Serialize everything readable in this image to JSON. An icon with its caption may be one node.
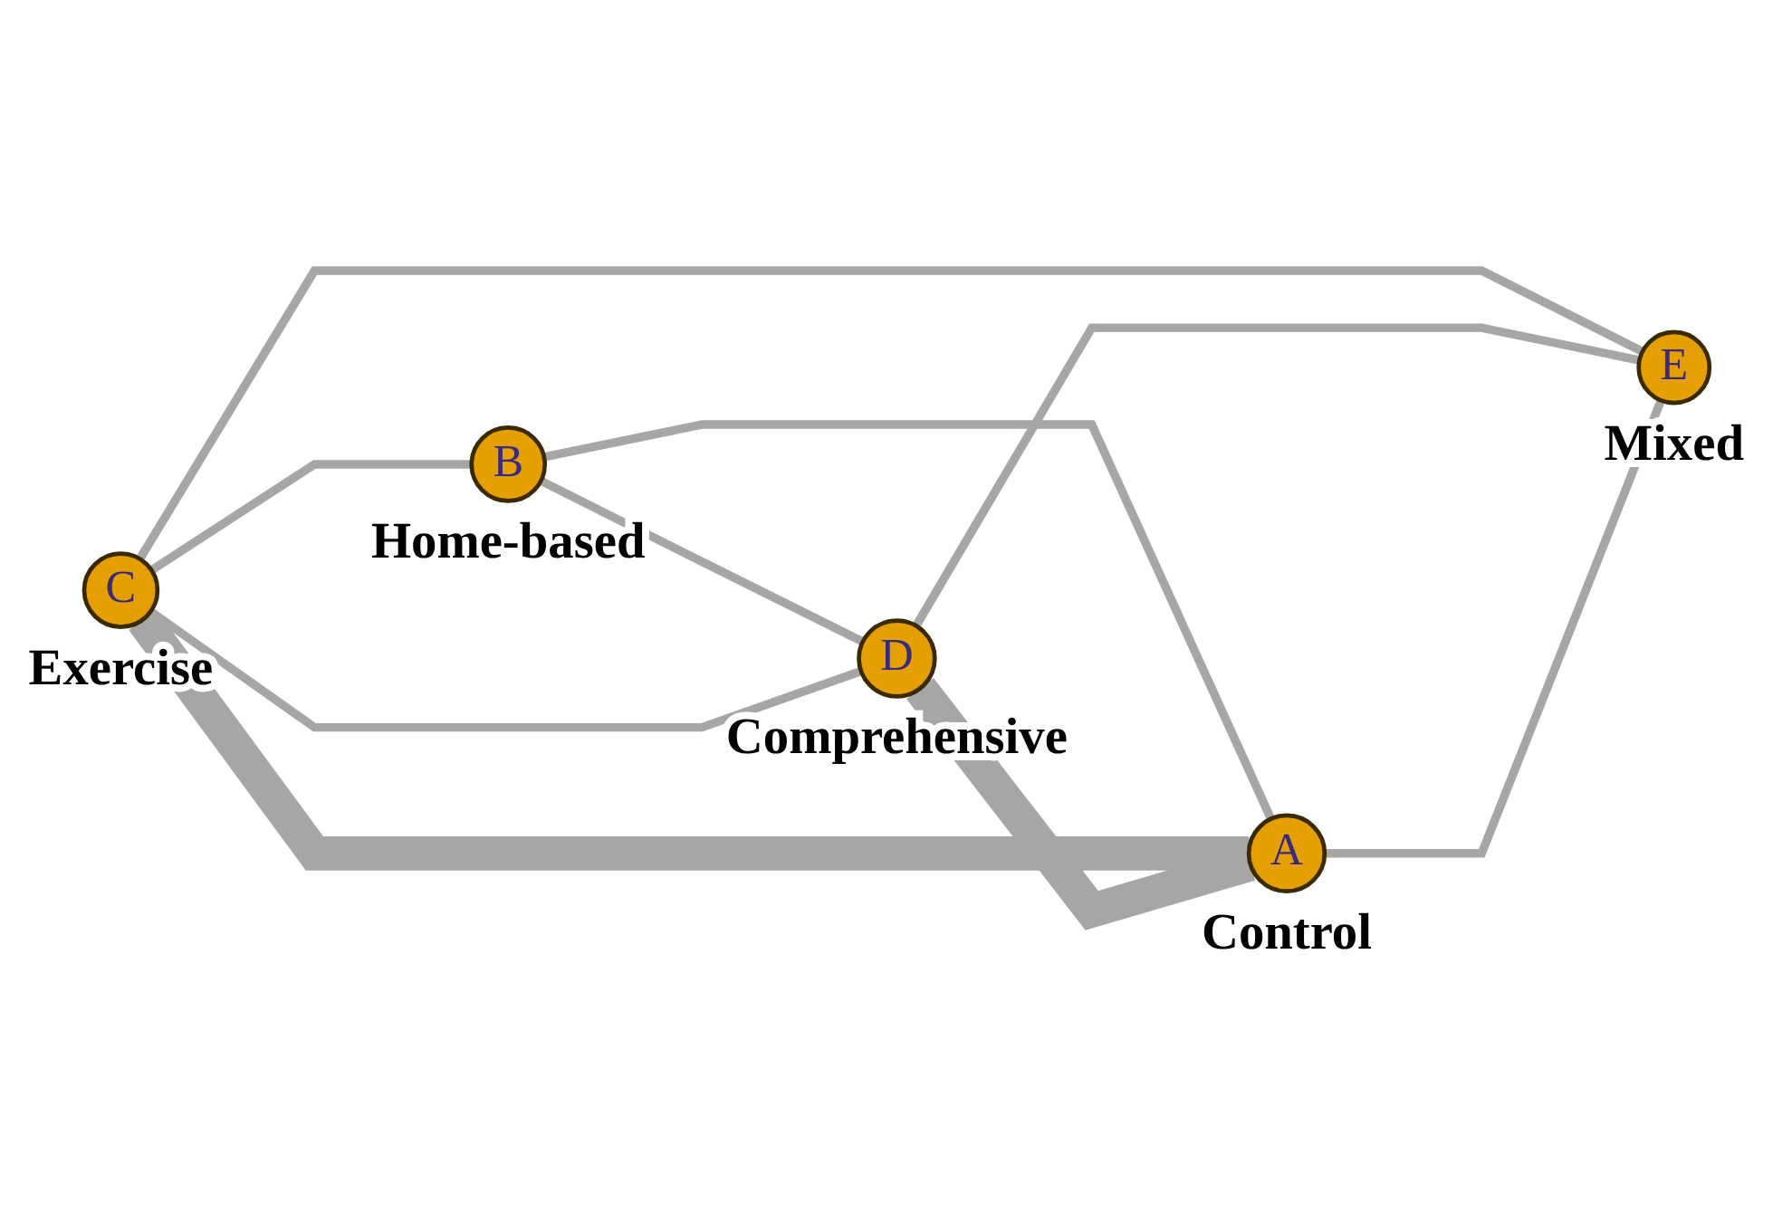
{
  "diagram": {
    "nodes": [
      {
        "text": [
          "B"
        ],
        "beside": [
          "Home-based"
        ]
      },
      {
        "text": [
          "C"
        ],
        "beside": [
          "Exercise"
        ]
      },
      {
        "text": [
          "A"
        ],
        "beside": [
          "Control"
        ]
      },
      {
        "text": [
          "D"
        ],
        "beside": [
          "Comprehensive"
        ]
      },
      {
        "text": [
          "E"
        ],
        "beside": [
          "Mixed"
        ]
      }
    ],
    "edges": [
      {
        "from": 1,
        "to": 0,
        "arrow": "none"
      },
      {
        "from": 0,
        "to": 2,
        "arrow": "none"
      },
      {
        "from": 0,
        "to": 3,
        "arrow": "none"
      },
      {
        "from": 1,
        "to": 2,
        "arrow": "none",
        "style": "thick"
      },
      {
        "from": 1,
        "to": 3,
        "arrow": "none"
      },
      {
        "from": 1,
        "to": 4,
        "arrow": "none"
      },
      {
        "from": 3,
        "to": 2,
        "arrow": "none",
        "style": "thick"
      },
      {
        "from": 3,
        "to": 4,
        "arrow": "none"
      },
      {
        "from": 2,
        "to": 4,
        "arrow": "none"
      }
    ]
  }
}
